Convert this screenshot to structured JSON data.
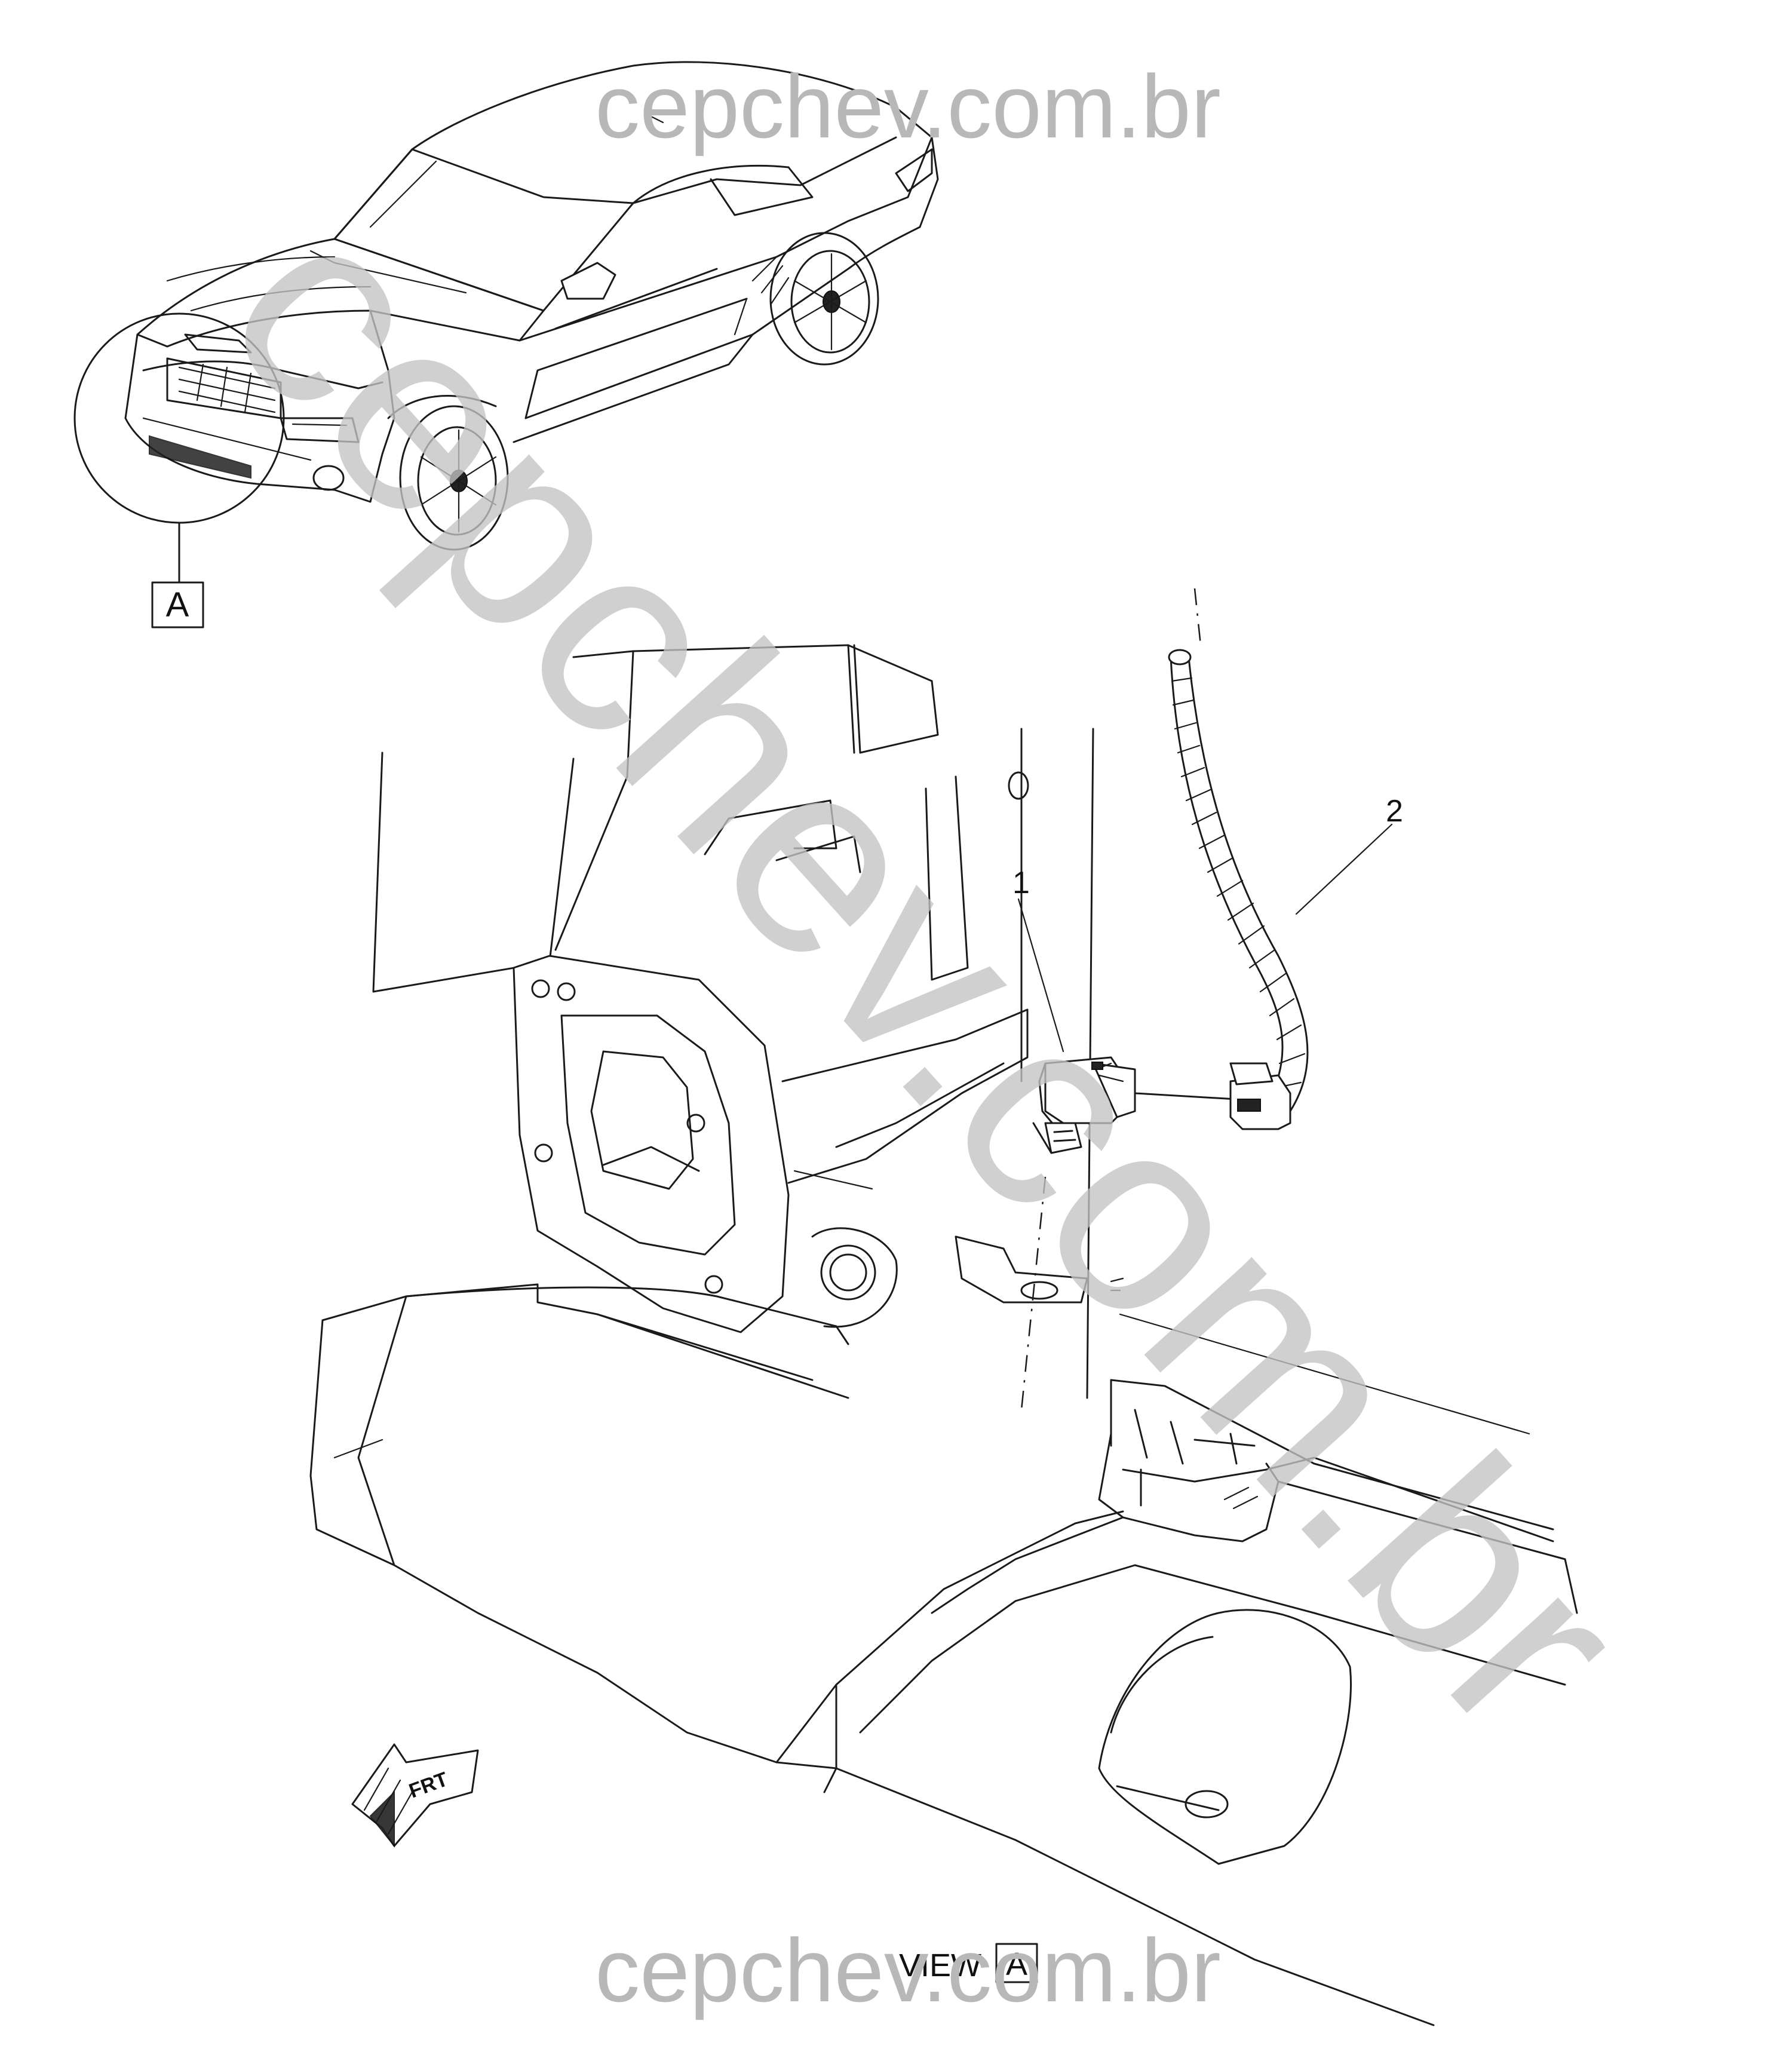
{
  "watermark": {
    "top": "cepchev.com.br",
    "bottom": "cepchev.com.br",
    "diagonal": "cepchev.com.br"
  },
  "callouts": {
    "item_1": "1",
    "item_2": "2"
  },
  "view_reference": {
    "label": "A",
    "view_text": "VIEW",
    "view_letter": "A"
  },
  "orientation": {
    "frt_label": "FRT"
  }
}
